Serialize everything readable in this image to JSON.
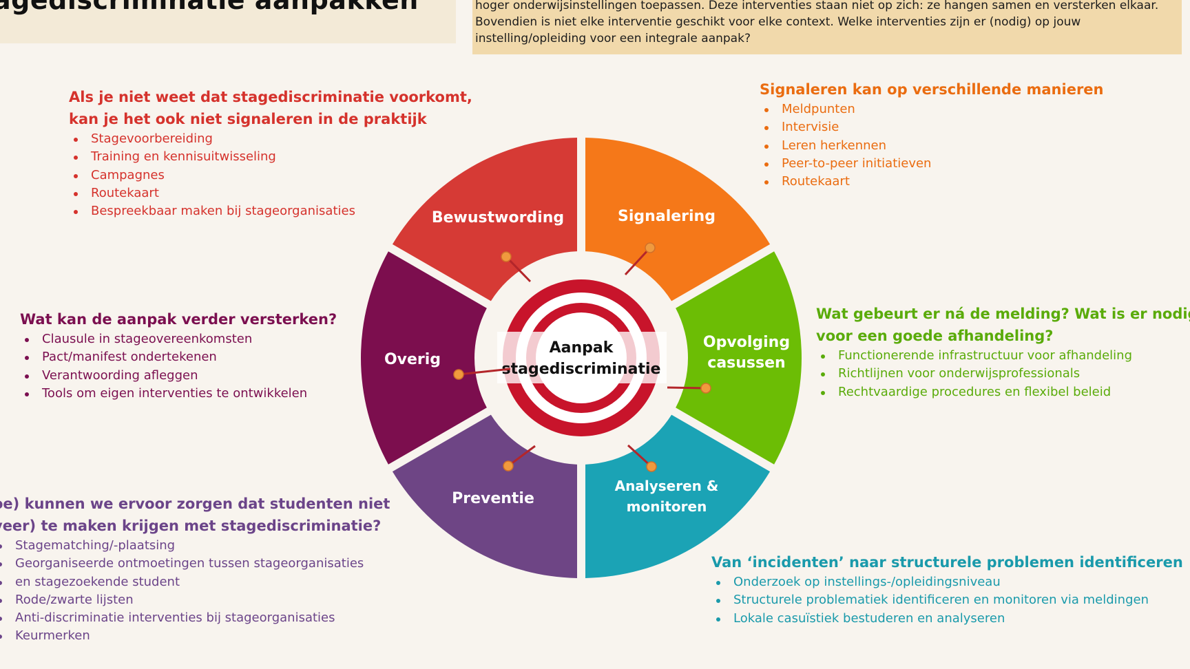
{
  "title": "agediscriminatie aanpakken",
  "intro": [
    "hoger onderwijsinstellingen toepassen. Deze interventies staan niet op zich: ze hangen samen en versterken elkaar.",
    "Bovendien is niet elke interventie geschikt voor elke context. Welke interventies zijn er (nodig) op jouw",
    "instelling/opleiding voor een integrale aanpak?"
  ],
  "center_label": [
    "Aanpak",
    "stagediscriminatie"
  ],
  "segments": {
    "bewustwording": {
      "label": [
        "Bewustwording"
      ],
      "color": "#d63a35"
    },
    "signalering": {
      "label": [
        "Signalering"
      ],
      "color": "#f57819"
    },
    "opvolging": {
      "label": [
        "Opvolging",
        "casussen"
      ],
      "color": "#6cbd05"
    },
    "analyseren": {
      "label": [
        "Analyseren &",
        "monitoren"
      ],
      "color": "#1ba3b5"
    },
    "preventie": {
      "label": [
        "Preventie"
      ],
      "color": "#6e4585"
    },
    "overig": {
      "label": [
        "Overig"
      ],
      "color": "#7c0e4e"
    }
  },
  "blocks": {
    "bewustwording": {
      "heading": [
        "Als je niet weet dat stagediscriminatie voorkomt,",
        "kan je het ook niet signaleren in de praktijk"
      ],
      "items": [
        "Stagevoorbereiding",
        "Training en kennisuitwisseling",
        "Campagnes",
        "Routekaart",
        "Bespreekbaar maken bij stageorganisaties"
      ]
    },
    "signalering": {
      "heading": [
        "Signaleren kan op verschillende manieren"
      ],
      "items": [
        "Meldpunten",
        "Intervisie",
        "Leren herkennen",
        "Peer-to-peer initiatieven",
        "Routekaart"
      ]
    },
    "overig": {
      "heading": [
        "Wat kan de aanpak verder versterken?"
      ],
      "items": [
        "Clausule in stageovereenkomsten",
        "Pact/manifest ondertekenen",
        "Verantwoording afleggen",
        "Tools om eigen interventies te ontwikkelen"
      ]
    },
    "opvolging": {
      "heading": [
        "Wat gebeurt er ná de melding? Wat is er nodig",
        "voor een goede afhandeling?"
      ],
      "items": [
        "Functionerende infrastructuur voor afhandeling",
        "Richtlijnen voor onderwijsprofessionals",
        "Rechtvaardige procedures en flexibel beleid"
      ]
    },
    "preventie": {
      "heading": [
        "oe) kunnen we ervoor zorgen dat studenten niet",
        "veer) te maken krijgen met stagediscriminatie?"
      ],
      "items": [
        "Stagematching/-plaatsing",
        "Georganiseerde ontmoetingen tussen stageorganisaties",
        "en stagezoekende student",
        "Rode/zwarte lijsten",
        "Anti-discriminatie interventies bij stageorganisaties",
        "Keurmerken"
      ]
    },
    "analyseren": {
      "heading": [
        "Van ‘incidenten’ naar structurele problemen identificeren"
      ],
      "items": [
        "Onderzoek op instellings-/opleidingsniveau",
        "Structurele problematiek identificeren en monitoren via meldingen",
        "Lokale casuïstiek bestuderen en analyseren"
      ]
    }
  }
}
